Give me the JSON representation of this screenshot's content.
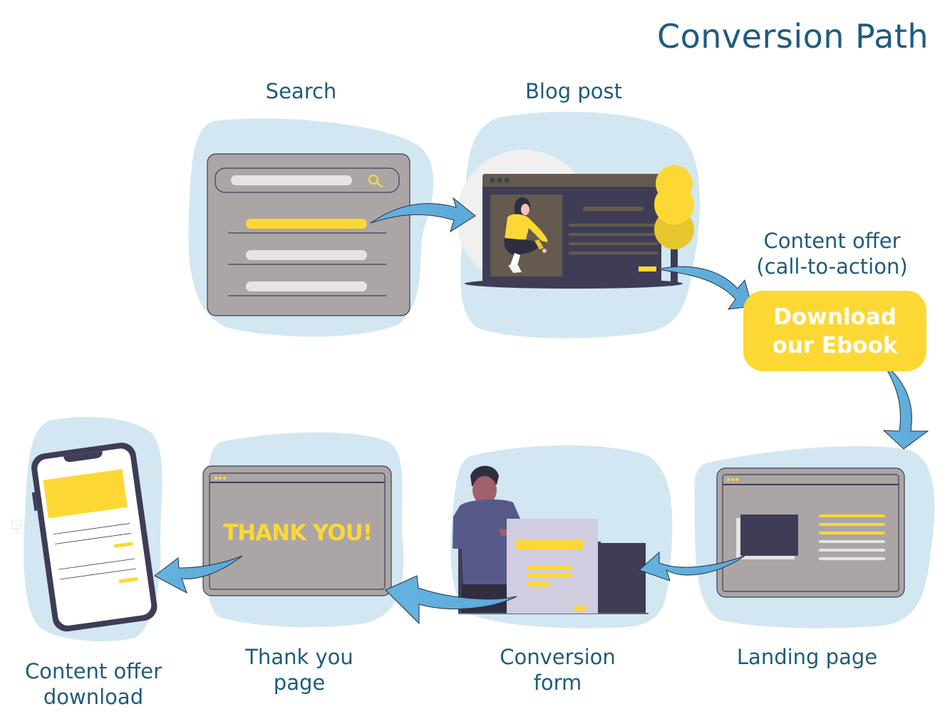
{
  "title": "Conversion Path",
  "colors": {
    "title_text": "#1f5b7f",
    "blob": "#d2e7f2",
    "accent_yellow": "#fdd835",
    "screen_gray": "#aba6a5",
    "dark_navy": "#3f3d56",
    "arrow_blue": "#64b3df"
  },
  "steps": [
    {
      "id": "search",
      "label": "Search"
    },
    {
      "id": "blog-post",
      "label": "Blog post"
    },
    {
      "id": "content-offer",
      "label_line1": "Content offer",
      "label_line2": "(call-to-action)",
      "button_line1": "Download",
      "button_line2": "our Ebook"
    },
    {
      "id": "landing-page",
      "label": "Landing page"
    },
    {
      "id": "conversion-form",
      "label_line1": "Conversion",
      "label_line2": "form"
    },
    {
      "id": "thank-you-page",
      "label_line1": "Thank you",
      "label_line2": "page",
      "screen_text": "THANK YOU!"
    },
    {
      "id": "content-offer-download",
      "label_line1": "Content offer",
      "label_line2": "download"
    }
  ],
  "icons": {
    "search": "search-icon",
    "window_dots": "window-dots-icon"
  }
}
